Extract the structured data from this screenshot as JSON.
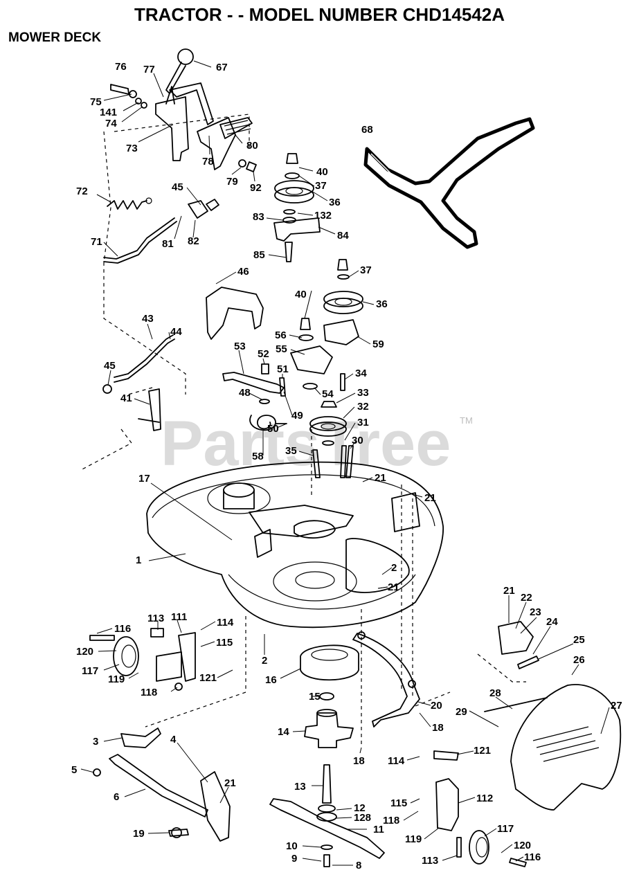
{
  "title": "TRACTOR - - MODEL NUMBER CHD14542A",
  "subtitle": "MOWER DECK",
  "watermark": "PartsTree",
  "watermark_tm": "TM",
  "labels": [
    "76",
    "77",
    "67",
    "75",
    "141",
    "74",
    "73",
    "78",
    "80",
    "79",
    "92",
    "72",
    "45",
    "81",
    "82",
    "71",
    "68",
    "40",
    "37",
    "36",
    "83",
    "132",
    "84",
    "85",
    "46",
    "43",
    "44",
    "37",
    "40",
    "36",
    "56",
    "55",
    "59",
    "53",
    "52",
    "51",
    "34",
    "54",
    "33",
    "45",
    "41",
    "48",
    "49",
    "32",
    "50",
    "58",
    "31",
    "35",
    "30",
    "21",
    "17",
    "21",
    "1",
    "2",
    "21",
    "116",
    "113",
    "111",
    "114",
    "115",
    "120",
    "117",
    "119",
    "118",
    "121",
    "16",
    "2",
    "21",
    "22",
    "23",
    "24",
    "25",
    "26",
    "15",
    "20",
    "28",
    "27",
    "29",
    "14",
    "18",
    "3",
    "4",
    "5",
    "6",
    "21",
    "13",
    "18",
    "114",
    "121",
    "12",
    "128",
    "11",
    "115",
    "112",
    "118",
    "119",
    "117",
    "19",
    "10",
    "120",
    "9",
    "8",
    "113",
    "116"
  ]
}
